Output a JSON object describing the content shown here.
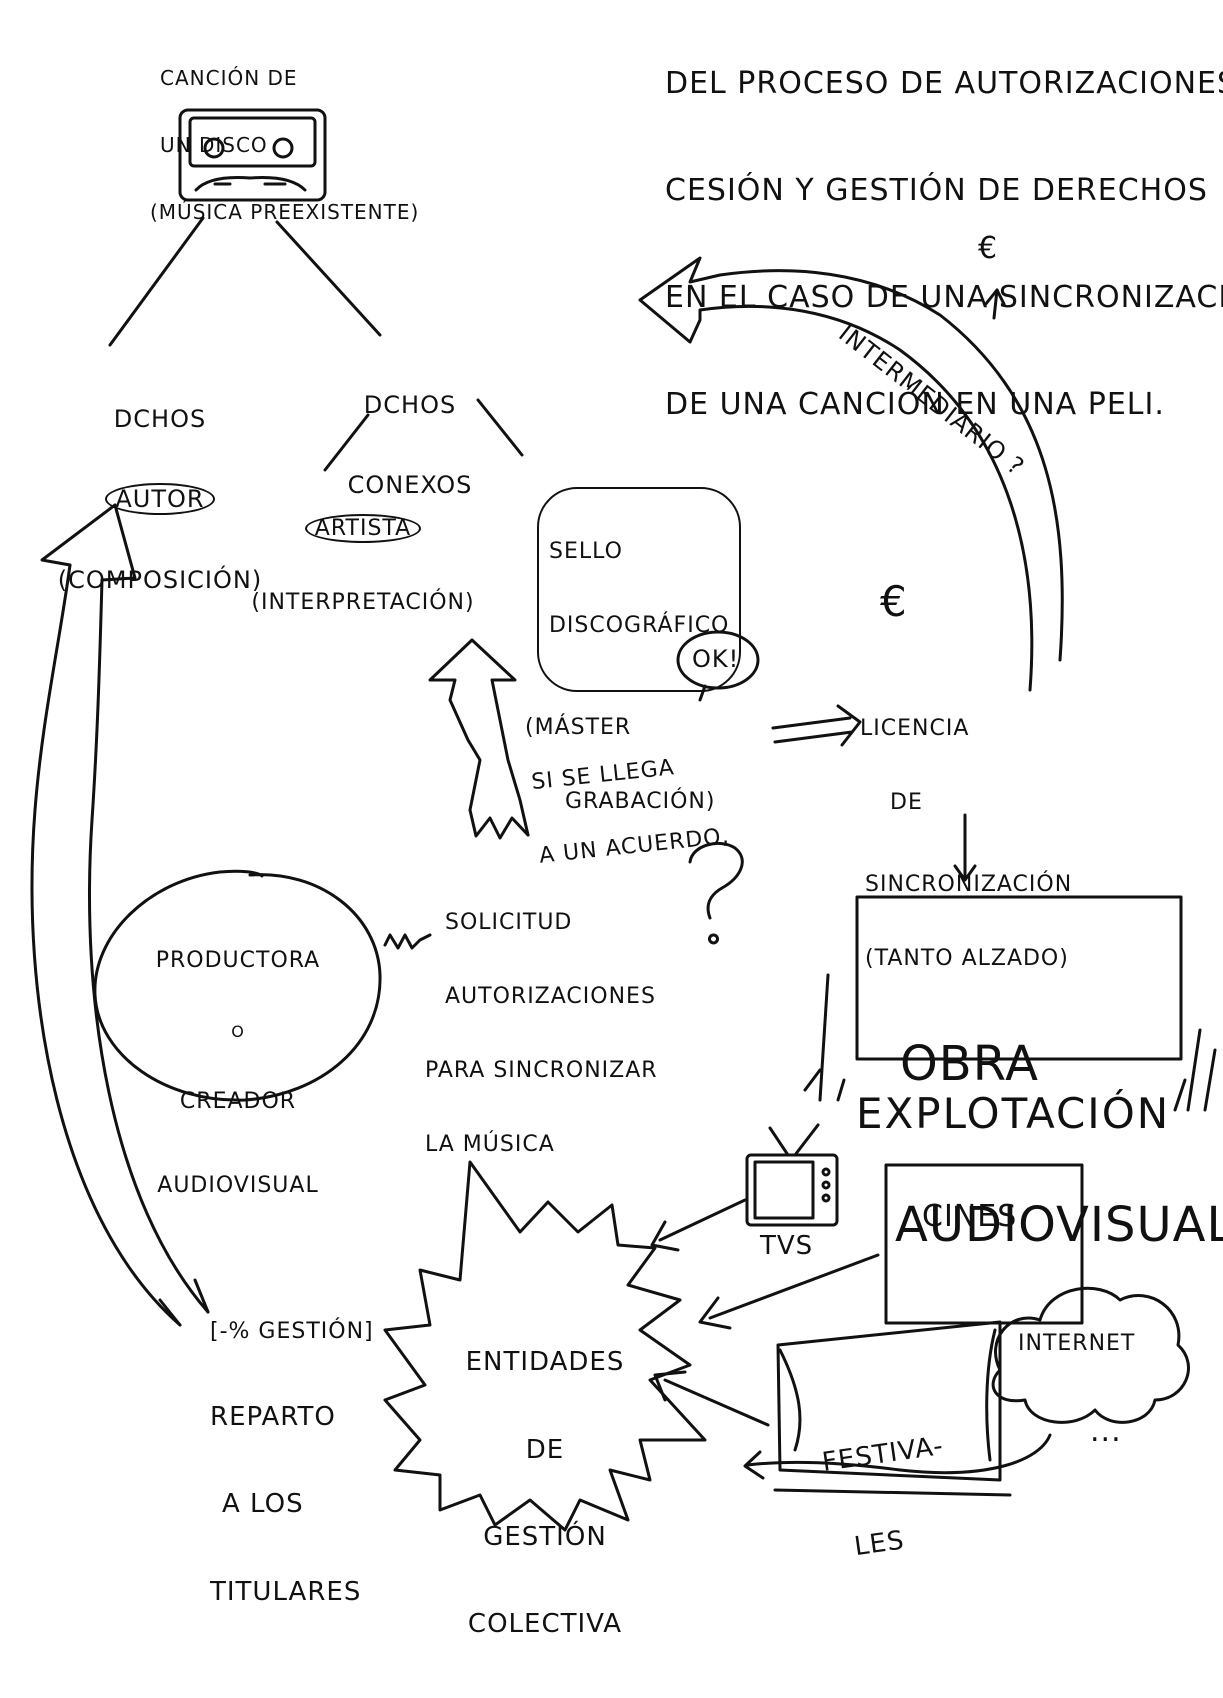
{
  "title_lines": [
    "DEL PROCESO DE AUTORIZACIONES,",
    "CESIÓN Y GESTIÓN DE DERECHOS",
    "EN EL CASO DE UNA SINCRONIZACIÓN",
    "DE UNA CANCIÓN EN UNA PELI."
  ],
  "song": {
    "line1": "CANCIÓN DE",
    "line2": "UN DISCO",
    "line3": "(MÚSICA PREEXISTENTE)",
    "icon": "cassette-tape-icon"
  },
  "author_rights": {
    "line1": "DCHOS",
    "circled": "AUTOR",
    "line3": "(COMPOSICIÓN)"
  },
  "related_rights": {
    "line1": "DCHOS",
    "line2": "CONEXOS"
  },
  "artist": {
    "circled": "ARTISTA",
    "line2": "(INTERPRETACIÓN)"
  },
  "label": {
    "circled_line1": "SELLO",
    "circled_line2": "DISCOGRÁFICO",
    "line3": "(MÁSTER",
    "line4": "GRABACIÓN)"
  },
  "intermediary": {
    "text": "INTERMEDIARIO ?",
    "currency": "€"
  },
  "agreement": {
    "bubble": "OK!",
    "line1": "SI SE LLEGA",
    "line2": "A UN ACUERDO,"
  },
  "license": {
    "currency": "€",
    "line1": "LICENCIA",
    "line2": "DE",
    "line3": "SINCRONIZACIÓN",
    "line4": "(TANTO ALZADO)"
  },
  "producer": {
    "line1": "PRODUCTORA",
    "line2": "O",
    "line3": "CREADOR",
    "line4": "AUDIOVISUAL"
  },
  "request": {
    "line1": "SOLICITUD",
    "line2": "AUTORIZACIONES",
    "line3": "PARA SINCRONIZAR",
    "line4": "LA MÚSICA",
    "mark": "?"
  },
  "work": {
    "line1": "OBRA",
    "line2": "AUDIOVISUAL"
  },
  "exploitation": "EXPLOTACIÓN",
  "channels": {
    "tv": "TVs",
    "cinemas": "CINES",
    "festivals_line1": "FESTIVA-",
    "festivals_line2": "LES",
    "internet": "INTERNET",
    "more": "..."
  },
  "collective": {
    "line1": "ENTIDADES",
    "line2": "DE",
    "line3": "GESTIÓN",
    "line4": "COLECTIVA"
  },
  "distribution": {
    "bracket": "[-% GESTIÓN]",
    "line1": "REPARTO",
    "line2": "A LOS",
    "line3": "TITULARES"
  }
}
